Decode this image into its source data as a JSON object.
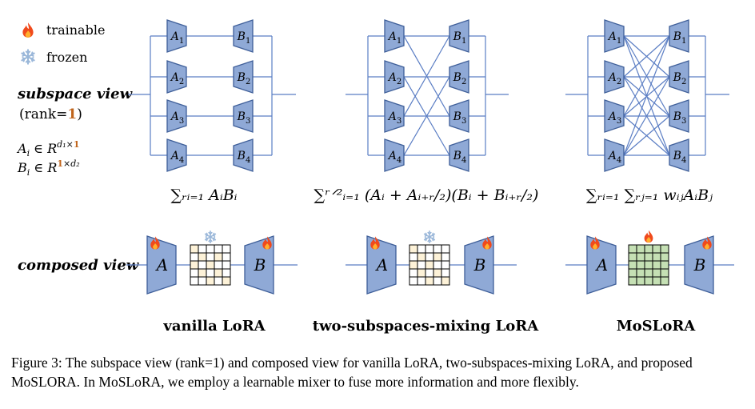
{
  "legend": {
    "trainable_label": "trainable",
    "frozen_label": "frozen",
    "trainable_icon": "fire-icon",
    "frozen_icon": "snowflake-icon"
  },
  "left_labels": {
    "subspace_view": "subspace view",
    "rank_prefix": "(rank=",
    "rank_value": "1",
    "rank_suffix": ")",
    "a_dim": "A",
    "b_dim": "B",
    "composed_view": "composed view"
  },
  "panels": [
    {
      "title": "vanilla LoRA",
      "formula": "∑ᵣᵢ₌₁ AᵢBᵢ",
      "mixer": "frozen"
    },
    {
      "title": "two-subspaces-mixing LoRA",
      "formula": "∑ʳᐟ²ᵢ₌₁ (Aᵢ + Aᵢ₊ᵣ/₂)(Bᵢ + Bᵢ₊ᵣ/₂)",
      "mixer": "frozen"
    },
    {
      "title": "MoSLoRA",
      "formula": "∑ᵣᵢ₌₁ ∑ᵣⱼ₌₁ wᵢⱼAᵢBⱼ",
      "mixer": "trainable"
    }
  ],
  "block_labels": {
    "a": [
      "A1",
      "A2",
      "A3",
      "A4"
    ],
    "b": [
      "B1",
      "B2",
      "B3",
      "B4"
    ],
    "composed_a": "A",
    "composed_b": "B"
  },
  "caption": "Figure 3: The subspace view (rank=1) and composed view for vanilla LoRA, two-subspaces-mixing LoRA, and proposed MoSLORA. In MoSLoRA, we employ a learnable mixer to fuse more information and more flexibly.",
  "colors": {
    "block_fill": "#8fa9d6",
    "block_stroke": "#3f5f99",
    "line": "#5b7ec4",
    "rank_orange": "#c0651c",
    "frozen_mixer": "#fdf2d8",
    "trainable_mixer": "#c5e0b4",
    "snowflake": "#9ab7d9",
    "fire_outer": "#f04a1c",
    "fire_inner": "#ffb02e"
  }
}
